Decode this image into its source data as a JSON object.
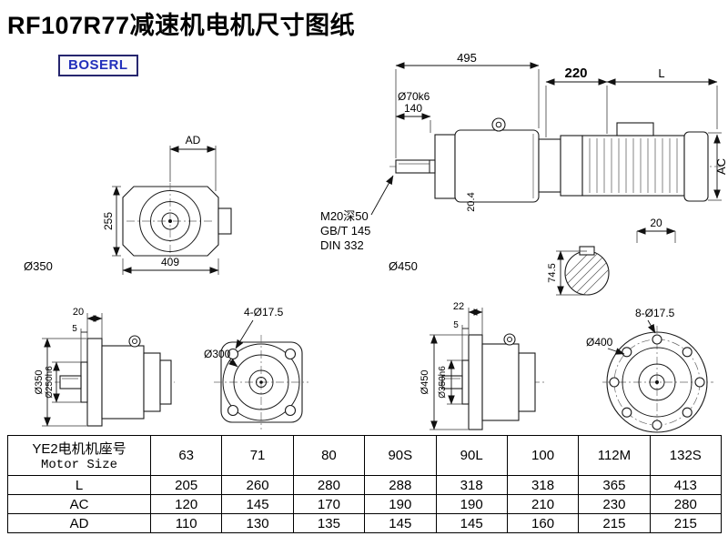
{
  "page": {
    "title": "RF107R77减速机电机尺寸图纸",
    "logo": "BOSERL"
  },
  "drawing": {
    "front_view": {
      "ad": "AD",
      "height": "255",
      "width": "409",
      "flange_dia": "Ø350"
    },
    "side_view": {
      "total_length": "495",
      "shaft_length": "140",
      "shaft_dia": "Ø70k6",
      "adapter_length": "220",
      "motor_length": "L",
      "motor_height": "AC",
      "key_height": "20.4",
      "tap_line1": "M20深50",
      "tap_line2": "GB/T 145",
      "tap_line3": "DIN 332",
      "flange_dia": "Ø450",
      "key_width": "20",
      "shaft_across": "74.5"
    },
    "flange_side_small": {
      "flange_thickness": "20",
      "spigot_depth": "5",
      "flange_dia": "Ø350",
      "spigot_dia": "Ø250h6"
    },
    "flange_face_small": {
      "bolt_holes": "4-Ø17.5",
      "bolt_circle": "Ø300"
    },
    "flange_side_large": {
      "flange_thickness": "22",
      "spigot_depth": "5",
      "flange_dia": "Ø450",
      "spigot_dia": "Ø350h6"
    },
    "flange_face_large": {
      "bolt_holes": "8-Ø17.5",
      "bolt_circle": "Ø400"
    }
  },
  "table": {
    "header_cn": "YE2电机机座号",
    "header_en": "Motor Size",
    "sizes": [
      "63",
      "71",
      "80",
      "90S",
      "90L",
      "100",
      "112M",
      "132S"
    ],
    "rows": [
      {
        "label": "L",
        "values": [
          "205",
          "260",
          "280",
          "288",
          "318",
          "318",
          "365",
          "413"
        ]
      },
      {
        "label": "AC",
        "values": [
          "120",
          "145",
          "170",
          "190",
          "190",
          "210",
          "230",
          "280"
        ]
      },
      {
        "label": "AD",
        "values": [
          "110",
          "130",
          "135",
          "145",
          "145",
          "160",
          "215",
          "215"
        ]
      }
    ]
  }
}
